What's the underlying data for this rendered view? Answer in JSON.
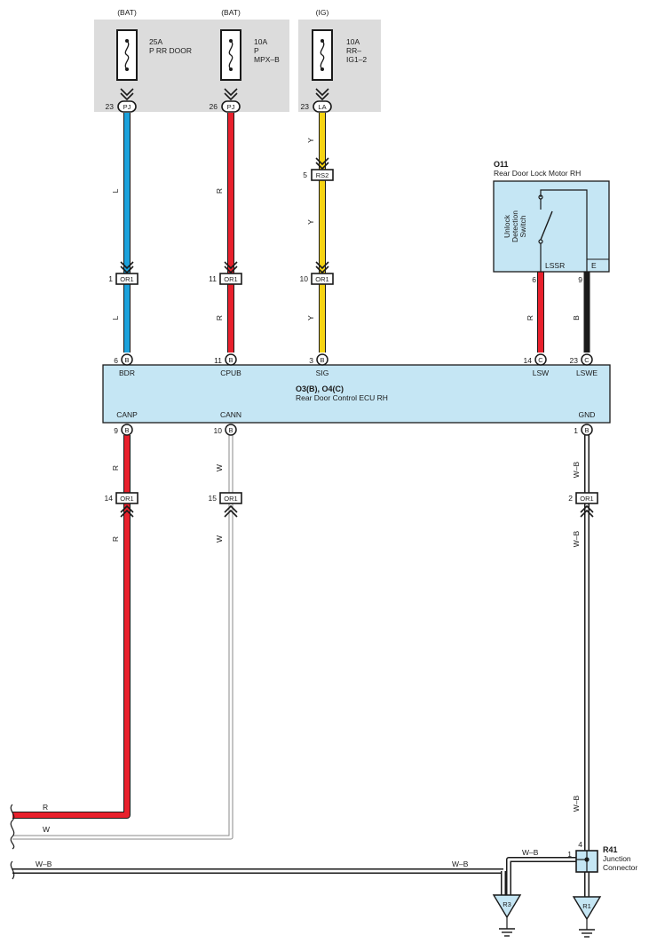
{
  "fuses": [
    {
      "source": "(BAT)",
      "rating": "25A",
      "line1": "P RR DOOR",
      "line2": "",
      "pin": "23",
      "conn": "PJ"
    },
    {
      "source": "(BAT)",
      "rating": "10A",
      "line1": "P",
      "line2": "MPX–B",
      "pin": "26",
      "conn": "PJ"
    },
    {
      "source": "(IG)",
      "rating": "10A",
      "line1": "RR–",
      "line2": "IG1–2",
      "pin": "23",
      "conn": "LA"
    }
  ],
  "wire_colors": {
    "L": "L",
    "R": "R",
    "Y": "Y",
    "W": "W",
    "B": "B",
    "WB": "W–B"
  },
  "colors": {
    "blue": "#1ca2dc",
    "red": "#e8202c",
    "yellow": "#f5d312",
    "black": "#1a1a1a",
    "white_wire": "#ffffff",
    "box_fill": "#c5e6f4",
    "fuse_panel": "#dcdcdc"
  },
  "rs2": {
    "pin": "5",
    "conn": "RS2"
  },
  "or1_upper": [
    {
      "pin": "1",
      "conn": "OR1"
    },
    {
      "pin": "11",
      "conn": "OR1"
    },
    {
      "pin": "10",
      "conn": "OR1"
    }
  ],
  "motor": {
    "code": "O11",
    "name": "Rear Door Lock Motor RH",
    "switch_label": [
      "Unlock",
      "Detection",
      "Switch"
    ],
    "term_lssr": "LSSR",
    "term_e": "E",
    "pin_lssr": "6",
    "pin_e": "9"
  },
  "ecu": {
    "code": "O3(B), O4(C)",
    "name": "Rear Door Control ECU RH",
    "top_pins": [
      {
        "pin": "6",
        "conn": "B",
        "label": "BDR"
      },
      {
        "pin": "11",
        "conn": "B",
        "label": "CPUB"
      },
      {
        "pin": "3",
        "conn": "B",
        "label": "SIG"
      },
      {
        "pin": "14",
        "conn": "C",
        "label": "LSW"
      },
      {
        "pin": "23",
        "conn": "C",
        "label": "LSWE"
      }
    ],
    "bottom_pins": [
      {
        "pin": "9",
        "conn": "B",
        "label": "CANP"
      },
      {
        "pin": "10",
        "conn": "B",
        "label": "CANN"
      },
      {
        "pin": "1",
        "conn": "B",
        "label": "GND"
      }
    ]
  },
  "or1_lower": [
    {
      "pin": "14",
      "conn": "OR1"
    },
    {
      "pin": "15",
      "conn": "OR1"
    },
    {
      "pin": "2",
      "conn": "OR1"
    }
  ],
  "junction": {
    "code": "R41",
    "name_line1": "Junction",
    "name_line2": "Connector",
    "pin_top": "4",
    "pin_left": "1"
  },
  "grounds": [
    {
      "label": "R3"
    },
    {
      "label": "R1"
    }
  ]
}
